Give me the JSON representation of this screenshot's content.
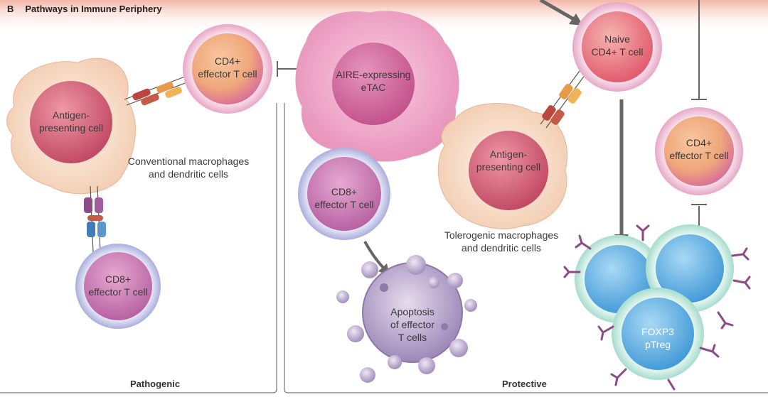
{
  "panel": {
    "letter": "B",
    "title": "Pathways in Immune Periphery"
  },
  "cells": {
    "cd4_left": "CD4+\neffector T cell",
    "apc_left": "Antigen-\npresenting cell",
    "cd8_left": "CD8+\neffector T cell",
    "etac": "AIRE-expressing\neTAC",
    "cd8_center": "CD8+\neffector T cell",
    "apoptosis": "Apoptosis\nof effector\nT cells",
    "naive": "Naive\nCD4+ T cell",
    "apc_right": "Antigen-\npresenting cell",
    "cd4_right": "CD4+\neffector T cell",
    "ptreg": "FOXP3\npTreg"
  },
  "annotations": {
    "conventional": "Conventional macrophages\nand dendritic cells",
    "tolerogenic": "Tolerogenic macrophages\nand dendritic cells"
  },
  "sections": {
    "pathogenic": "Pathogenic",
    "protective": "Protective"
  },
  "colors": {
    "header_top": "#f3b7a6",
    "header_bottom": "#ffffff",
    "cd4_core": "#f0a77b",
    "cd4_ring": "#f7d6e5",
    "cd8_core": "#cf7fb5",
    "cd8_ring": "#e4e6f6",
    "apc_body": "#f8dccb",
    "apc_core": "#cf5a74",
    "etac_body": "#f2a9c9",
    "etac_core": "#cd5c92",
    "treg_core": "#55a9e2",
    "treg_ring": "#cfeee8",
    "apoptosis": "#b9a8cc",
    "receptor_purple": "#8a4b86",
    "mhc_red": "#b9473f",
    "tcr_orange": "#e79a47",
    "tcr_blue": "#3d7fb6",
    "arrow_gray": "#666666"
  }
}
